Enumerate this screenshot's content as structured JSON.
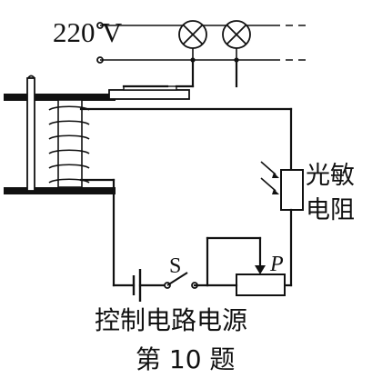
{
  "figure": {
    "voltage_label": "220 V",
    "switch_label": "S",
    "slider_label": "P",
    "photoresistor_label_line1": "光敏",
    "photoresistor_label_line2": "电阻",
    "control_source_label": "控制电路电源",
    "caption": "第 10 题"
  },
  "colors": {
    "ink": "#111111",
    "background": "#ffffff"
  },
  "icons": {
    "lamp": "lamp-x-icon",
    "light_arrows": "incident-light-icon",
    "coil": "relay-coil-icon"
  }
}
